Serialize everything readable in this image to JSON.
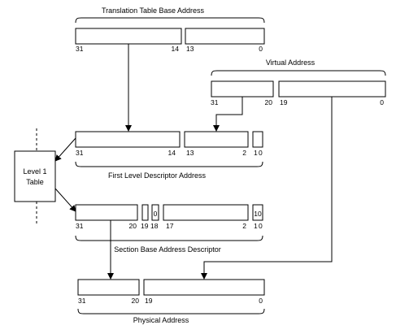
{
  "diagram": {
    "labels": {
      "ttba": "Translation Table Base Address",
      "va": "Virtual Address",
      "fld": "First Level Descriptor Address",
      "l1_line1": "Level 1",
      "l1_line2": "Table",
      "sbad": "Section Base Address Descriptor",
      "pa": "Physical Address"
    },
    "bits": {
      "ttba": [
        "31",
        "14",
        "13",
        "0"
      ],
      "va": [
        "31",
        "20",
        "19",
        "0"
      ],
      "fld": [
        "31",
        "14",
        "13",
        "2",
        "1",
        "0"
      ],
      "sbad": [
        "31",
        "20",
        "19",
        "18",
        "17",
        "2",
        "1",
        "0"
      ],
      "sbad_inside": [
        "0",
        "10"
      ],
      "pa": [
        "31",
        "20",
        "19",
        "0"
      ]
    }
  }
}
